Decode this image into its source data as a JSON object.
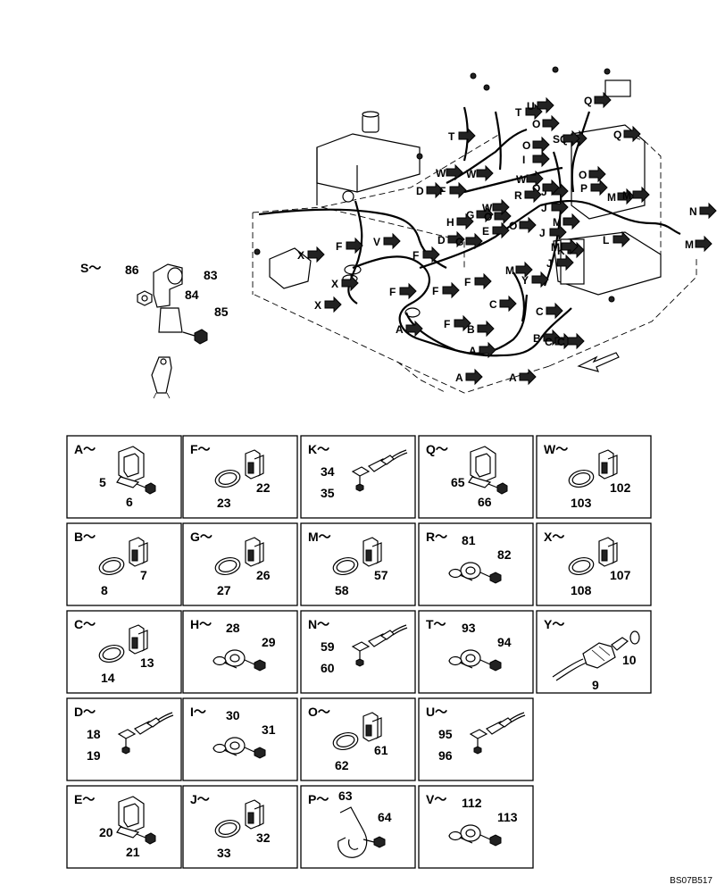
{
  "drawing_code": "BS07B517",
  "overview": {
    "s_detail_title": "S～",
    "s_detail_parts": [
      "86",
      "83",
      "84",
      "85"
    ],
    "callouts": [
      "A",
      "A",
      "A",
      "A",
      "B",
      "B",
      "C",
      "C",
      "C",
      "C",
      "D",
      "D",
      "E",
      "F",
      "F",
      "F",
      "F",
      "F",
      "F",
      "F",
      "G",
      "G",
      "H",
      "I",
      "J",
      "J",
      "J",
      "J",
      "K",
      "L",
      "M",
      "M",
      "M",
      "M",
      "M",
      "N",
      "M",
      "O",
      "O",
      "O",
      "O",
      "O",
      "O",
      "P",
      "Q",
      "Q",
      "Q",
      "R",
      "S",
      "T",
      "T",
      "U",
      "V",
      "W",
      "W",
      "W",
      "W",
      "X",
      "X",
      "X",
      "Y"
    ]
  },
  "panels": [
    {
      "id": "A",
      "title": "A～",
      "kind": "bracket",
      "parts": [
        "5",
        "6"
      ]
    },
    {
      "id": "F",
      "title": "F～",
      "kind": "clip",
      "parts": [
        "22",
        "23"
      ]
    },
    {
      "id": "K",
      "title": "K～",
      "kind": "connector",
      "parts": [
        "34",
        "35"
      ]
    },
    {
      "id": "Q",
      "title": "Q～",
      "kind": "bracket",
      "parts": [
        "65",
        "66"
      ]
    },
    {
      "id": "W",
      "title": "W～",
      "kind": "clip",
      "parts": [
        "102",
        "103"
      ]
    },
    {
      "id": "B",
      "title": "B～",
      "kind": "clip",
      "parts": [
        "7",
        "8"
      ]
    },
    {
      "id": "G",
      "title": "G～",
      "kind": "clip",
      "parts": [
        "26",
        "27"
      ]
    },
    {
      "id": "M",
      "title": "M～",
      "kind": "clip",
      "parts": [
        "57",
        "58"
      ]
    },
    {
      "id": "R",
      "title": "R～",
      "kind": "ring",
      "parts": [
        "81",
        "82"
      ]
    },
    {
      "id": "X",
      "title": "X～",
      "kind": "clip",
      "parts": [
        "107",
        "108"
      ]
    },
    {
      "id": "C",
      "title": "C～",
      "kind": "clip",
      "parts": [
        "13",
        "14"
      ]
    },
    {
      "id": "H",
      "title": "H～",
      "kind": "ring",
      "parts": [
        "28",
        "29"
      ]
    },
    {
      "id": "N",
      "title": "N～",
      "kind": "connector",
      "parts": [
        "59",
        "60"
      ]
    },
    {
      "id": "T",
      "title": "T～",
      "kind": "ring",
      "parts": [
        "93",
        "94"
      ]
    },
    {
      "id": "Y",
      "title": "Y～",
      "kind": "sensor",
      "parts": [
        "9",
        "10"
      ]
    },
    {
      "id": "D",
      "title": "D～",
      "kind": "connector",
      "parts": [
        "18",
        "19"
      ]
    },
    {
      "id": "I",
      "title": "I～",
      "kind": "ring",
      "parts": [
        "30",
        "31"
      ]
    },
    {
      "id": "O",
      "title": "O～",
      "kind": "clip",
      "parts": [
        "61",
        "62"
      ]
    },
    {
      "id": "U",
      "title": "U～",
      "kind": "connector",
      "parts": [
        "95",
        "96"
      ]
    },
    {
      "id": "E",
      "title": "E～",
      "kind": "bracket",
      "parts": [
        "20",
        "21"
      ]
    },
    {
      "id": "J",
      "title": "J～",
      "kind": "clip",
      "parts": [
        "32",
        "33"
      ]
    },
    {
      "id": "P",
      "title": "P～",
      "kind": "pclamp",
      "parts": [
        "63",
        "64"
      ]
    },
    {
      "id": "V",
      "title": "V～",
      "kind": "ring",
      "parts": [
        "112",
        "113"
      ]
    }
  ]
}
